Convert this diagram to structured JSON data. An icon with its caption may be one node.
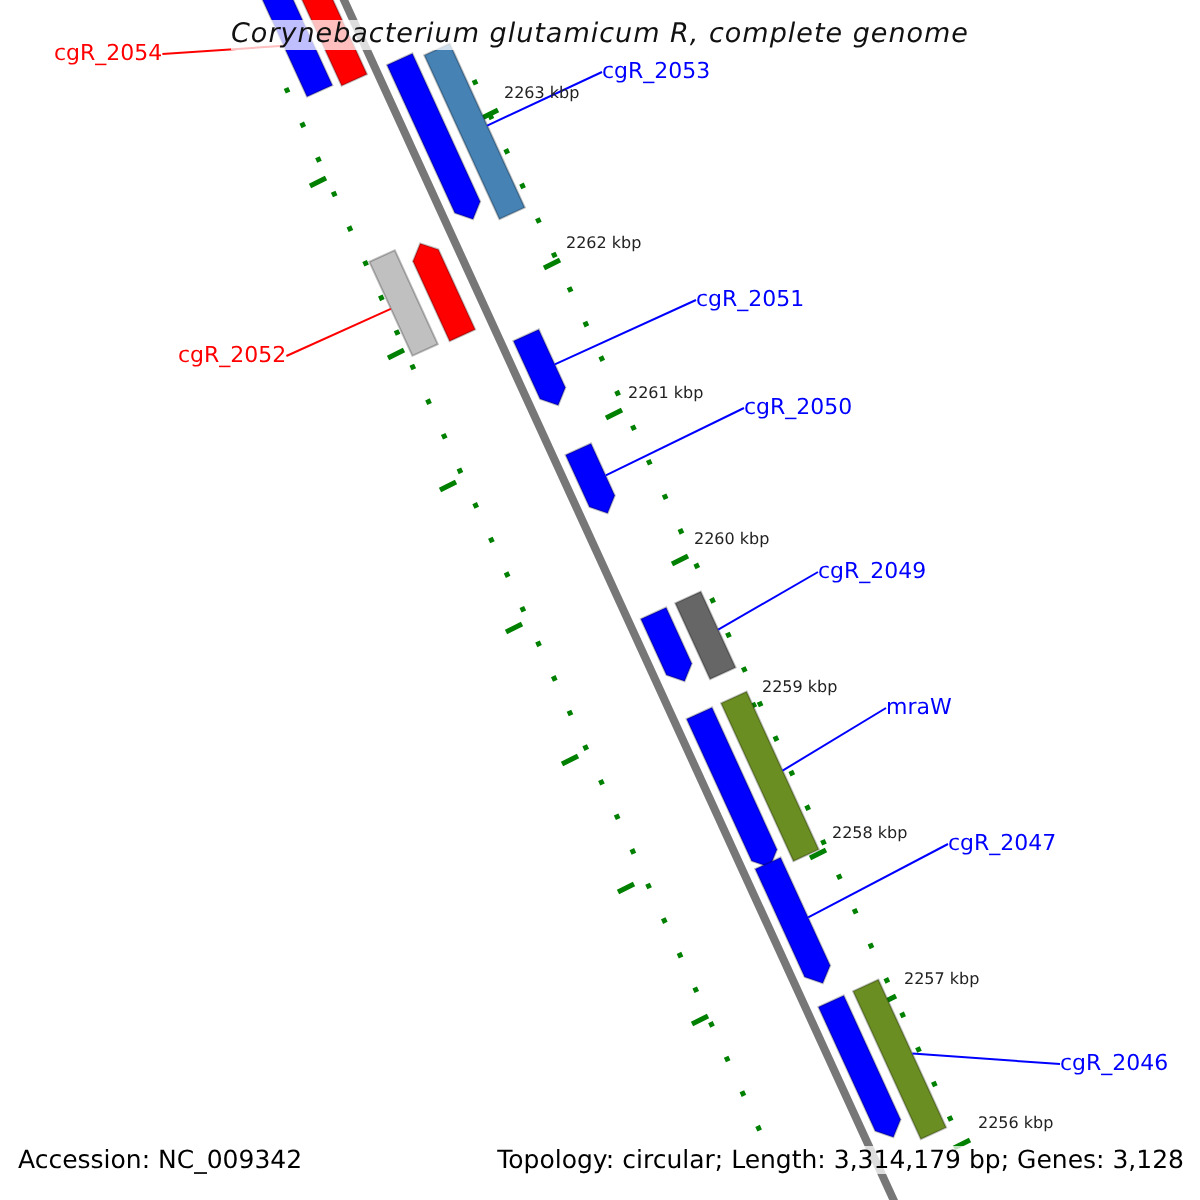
{
  "diagram": {
    "title": "Corynebacterium glutamicum R, complete genome",
    "nodes": [
      {
        "text": [
          "cgR_2054"
        ]
      },
      {
        "text": [],
        "shape": "arrow"
      },
      {
        "text": [],
        "shape": "arrow"
      },
      {
        "text": [
          "cgR_2053"
        ]
      },
      {
        "text": [],
        "shape": "arrow"
      },
      {
        "text": [],
        "shape": "arrow"
      },
      {
        "text": [
          "cgR_2052"
        ]
      },
      {
        "text": [],
        "shape": "arrow"
      },
      {
        "text": [],
        "shape": "arrow"
      },
      {
        "text": [
          "cgR_2051"
        ]
      },
      {
        "text": [],
        "shape": "arrow"
      },
      {
        "text": [
          "cgR_2050"
        ]
      },
      {
        "text": [],
        "shape": "arrow"
      },
      {
        "text": [
          "cgR_2049"
        ]
      },
      {
        "text": [],
        "shape": "arrow"
      },
      {
        "text": [],
        "shape": "arrow"
      },
      {
        "text": [
          "mraW"
        ]
      },
      {
        "text": [],
        "shape": "arrow"
      },
      {
        "text": [],
        "shape": "arrow"
      },
      {
        "text": [
          "cgR_2047"
        ]
      },
      {
        "text": [],
        "shape": "arrow"
      },
      {
        "text": [
          "cgR_2046"
        ]
      },
      {
        "text": [],
        "shape": "arrow"
      },
      {
        "text": [],
        "shape": "arrow"
      }
    ],
    "edges": [
      {
        "from": 0,
        "to": 1,
        "arrow": "none",
        "color": "#ff0000"
      },
      {
        "from": 3,
        "to": 5,
        "arrow": "none"
      },
      {
        "from": 6,
        "to": 7,
        "arrow": "none",
        "color": "#ff0000"
      },
      {
        "from": 9,
        "to": 10,
        "arrow": "none"
      },
      {
        "from": 11,
        "to": 12,
        "arrow": "none"
      },
      {
        "from": 13,
        "to": 15,
        "arrow": "none"
      },
      {
        "from": 16,
        "to": 18,
        "arrow": "none"
      },
      {
        "from": 19,
        "to": 20,
        "arrow": "none"
      },
      {
        "from": 21,
        "to": 23,
        "arrow": "none"
      }
    ],
    "labels": [
      "2263 kbp",
      "2262 kbp",
      "2261 kbp",
      "2260 kbp",
      "2259 kbp",
      "2258 kbp",
      "2257 kbp",
      "2256 kbp",
      "Accession: NC_009342",
      "Topology: circular; Length: 3,314,179 bp; Genes: 3,128"
    ]
  }
}
